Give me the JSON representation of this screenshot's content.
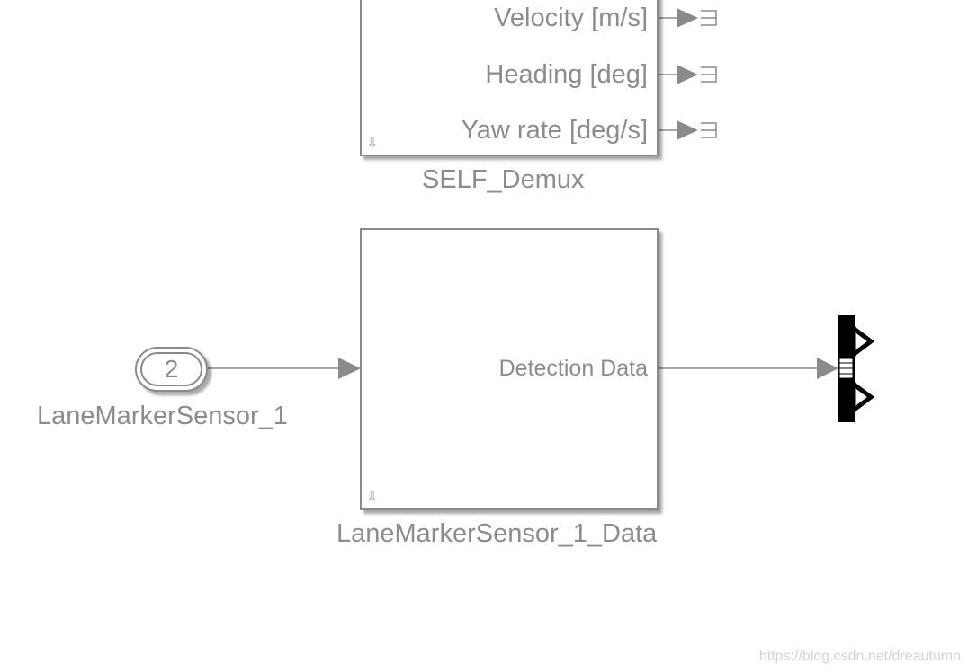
{
  "diagram": {
    "self_demux_block": {
      "name": "SELF_Demux",
      "outputs": [
        {
          "label": "Velocity [m/s]"
        },
        {
          "label": "Heading [deg]"
        },
        {
          "label": "Yaw rate [deg/s]"
        }
      ]
    },
    "inport": {
      "number": "2",
      "name": "LaneMarkerSensor_1"
    },
    "lane_block": {
      "name": "LaneMarkerSensor_1_Data",
      "output_label": "Detection Data"
    },
    "watermark": "https://blog.csdn.net/dreautumn",
    "colors": {
      "line": "#8a8a8a",
      "text": "#8c8c8c",
      "bus": "#000000",
      "background": "#ffffff"
    },
    "icons": {
      "mask": "down-arrow-icon",
      "terminator": "terminator-icon",
      "arrowhead": "arrowhead-icon"
    }
  }
}
